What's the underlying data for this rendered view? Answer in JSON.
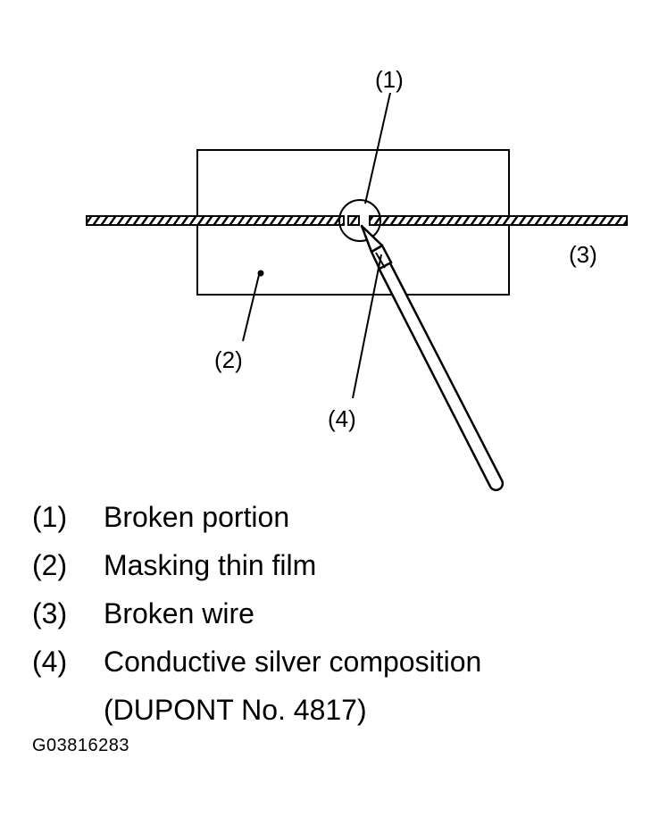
{
  "diagram": {
    "callouts": {
      "c1": "(1)",
      "c2": "(2)",
      "c3": "(3)",
      "c4": "(4)"
    }
  },
  "legend": {
    "items": [
      {
        "number": "(1)",
        "lines": [
          "Broken portion"
        ]
      },
      {
        "number": "(2)",
        "lines": [
          "Masking thin film"
        ]
      },
      {
        "number": "(3)",
        "lines": [
          "Broken wire"
        ]
      },
      {
        "number": "(4)",
        "lines": [
          "Conductive silver composition",
          "(DUPONT No. 4817)"
        ]
      }
    ]
  },
  "figure_code": "G03816283"
}
